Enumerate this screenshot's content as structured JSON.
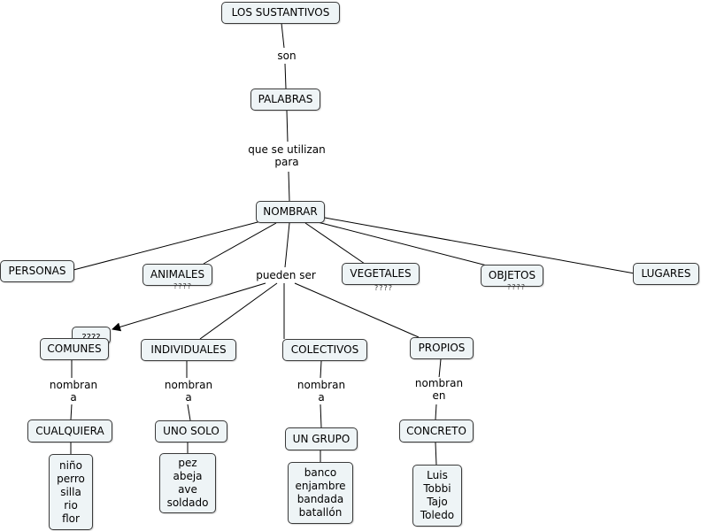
{
  "concepts": {
    "sustantivos": "LOS SUSTANTIVOS",
    "palabras": "PALABRAS",
    "nombrar": "NOMBRAR",
    "personas": "PERSONAS",
    "animales": "ANIMALES",
    "vegetales": "VEGETALES",
    "objetos": "OBJETOS",
    "lugares": "LUGARES",
    "comunes": "COMUNES",
    "individuales": "INDIVIDUALES",
    "colectivos": "COLECTIVOS",
    "propios": "PROPIOS",
    "cualquiera": "CUALQUIERA",
    "uno_solo": "UNO SOLO",
    "un_grupo": "UN GRUPO",
    "concreto": "CONCRETO",
    "marker_comunes": "????",
    "ex_comunes": "niño\nperro\nsilla\nrio\nflor",
    "ex_individuales": "pez\nabeja\nave\nsoldado",
    "ex_colectivos": "banco\nenjambre\nbandada\nbatallón",
    "ex_propios": "Luis\nTobbi\nTajo\nToledo"
  },
  "linking_phrases": {
    "son": "son",
    "utilizan": "que se utilizan\npara",
    "pueden": "pueden ser",
    "nombran_a_1": "nombran\na",
    "nombran_a_2": "nombran\na",
    "nombran_a_3": "nombran\na",
    "nombran_en": "nombran\nen"
  },
  "annotations": {
    "animales": "????",
    "vegetales": "????",
    "objetos": "????"
  },
  "colors": {
    "node_fill": "#eef4f6",
    "node_border": "#3a3a3a",
    "line": "#000000"
  }
}
